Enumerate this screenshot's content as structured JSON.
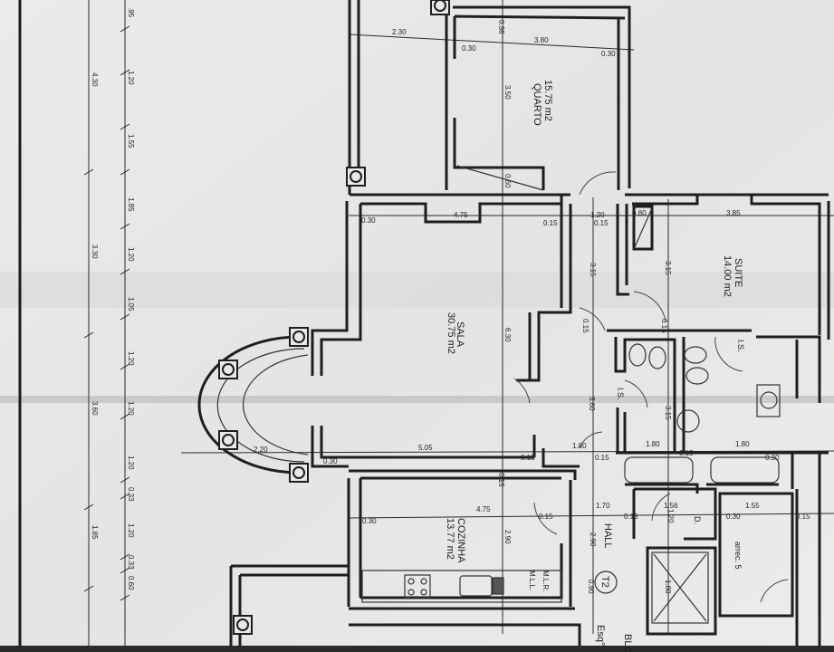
{
  "rooms": {
    "quarto": {
      "name": "QUARTO",
      "area": "15.75 m2"
    },
    "sala": {
      "name": "SALA",
      "area": "30.75 m2"
    },
    "suite": {
      "name": "SUITE",
      "area": "14.00 m2"
    },
    "cozinha": {
      "name": "COZINHA",
      "area": "13.77 m2"
    },
    "hall": "HALL",
    "arrec": "arrec. 5",
    "is1": "I.S.",
    "is2": "I.S.",
    "d": "D.",
    "mlr": "M.L.R.",
    "mll": "M.L.L.",
    "typology": "T2",
    "stairs": "Esq°",
    "block": "BLC"
  },
  "left_dims_outer": [
    "4.30",
    "3.30",
    "3.60",
    "1.85"
  ],
  "left_dims_inner": [
    ".95",
    "1.20",
    "1.55",
    "1.85",
    "1.20",
    "1.05",
    "1.20",
    "1.20",
    "1.20",
    "0.33",
    "1.20",
    "0.33",
    "0.60"
  ],
  "dims": [
    "2.30",
    "3.80",
    "0.30",
    "0.30",
    "3.50",
    "0.36",
    "0.60",
    "4.75",
    "0.30",
    "0.15",
    "1.20",
    "0.15",
    "0.80",
    "3.85",
    "3.15",
    "3.15",
    "6.30",
    "0.15",
    "0.15",
    "3.60",
    "3.15",
    "5.05",
    "0.15",
    "1.80",
    "0.15",
    "1.80",
    "1.80",
    "0.15",
    "0.30",
    "0.30",
    "2.20",
    "0.15",
    "4.75",
    "0.30",
    "0.15",
    "1.70",
    "0.15",
    "1.56",
    "1.20",
    "1.55",
    "0.30",
    "0.15",
    "2.90",
    "2.90",
    "0.90",
    "1.80"
  ]
}
